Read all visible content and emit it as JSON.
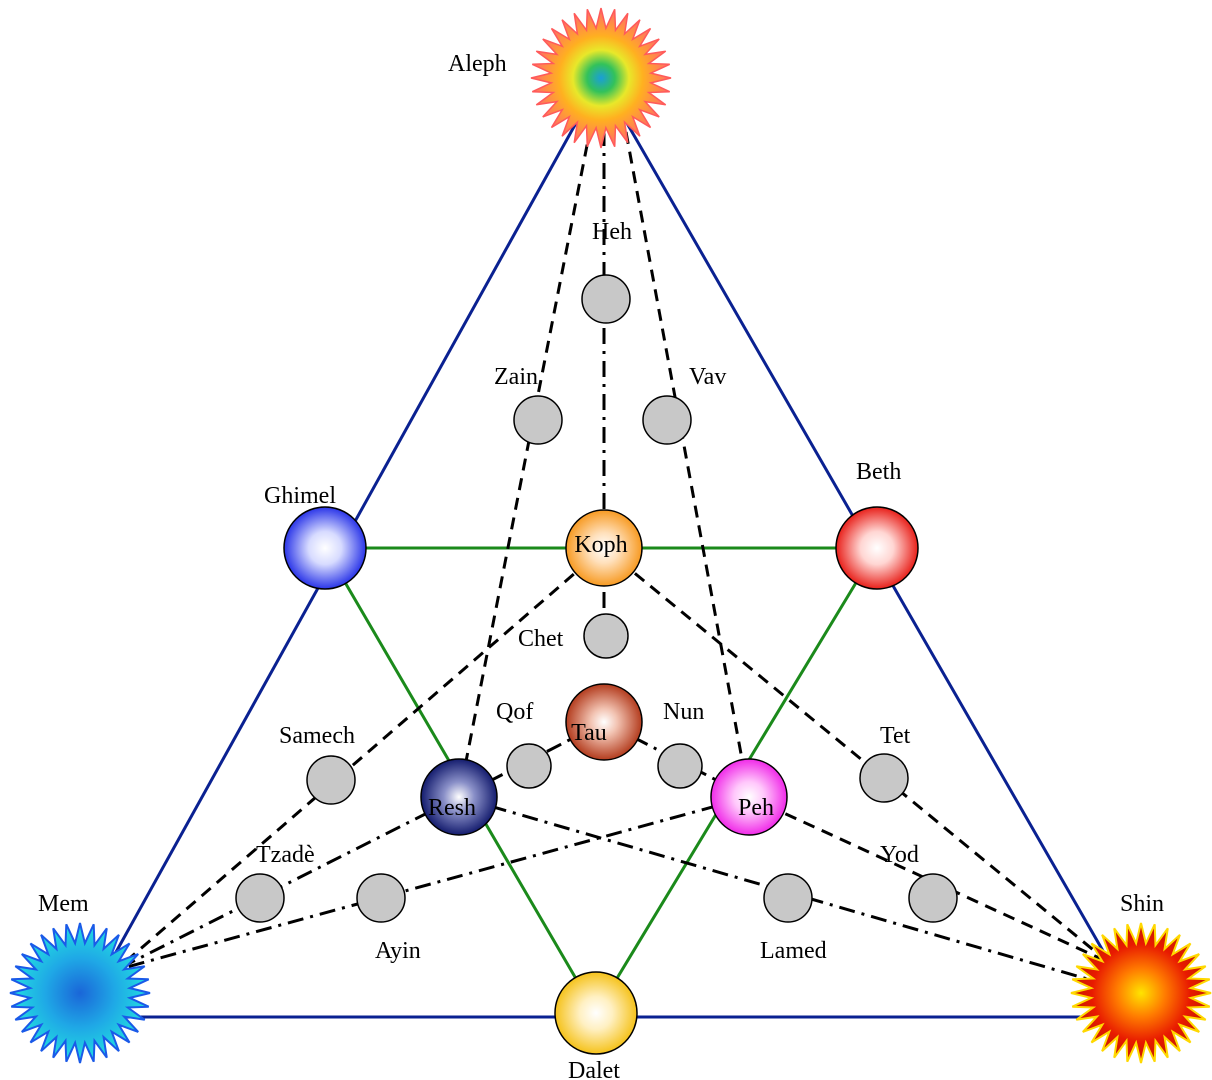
{
  "labels": {
    "aleph": "Aleph",
    "mem": "Mem",
    "shin": "Shin",
    "beth": "Beth",
    "ghimel": "Ghimel",
    "dalet": "Dalet",
    "koph": "Koph",
    "tau": "Tau",
    "resh": "Resh",
    "peh": "Peh",
    "heh": "Heh",
    "zain": "Zain",
    "vav": "Vav",
    "chet": "Chet",
    "qof": "Qof",
    "nun": "Nun",
    "samech": "Samech",
    "tet": "Tet",
    "tzade": "Tzadè",
    "yod": "Yod",
    "ayin": "Ayin",
    "lamed": "Lamed"
  },
  "colors": {
    "outer_triangle": "#0a2191",
    "inner_triangle": "#1b8a1b",
    "connector": "#000000",
    "small_node": "#c8c8c8",
    "beth": "#e8201a",
    "ghimel": "#2a35e8",
    "dalet": "#f5c21a",
    "koph": "#f79a22",
    "tau": "#c24a2a",
    "resh": "#141c6e",
    "peh": "#f02ae8",
    "aleph_star": "#ff6a6a",
    "mem_star": "#2a7ef0",
    "shin_star": "#ffd800"
  }
}
